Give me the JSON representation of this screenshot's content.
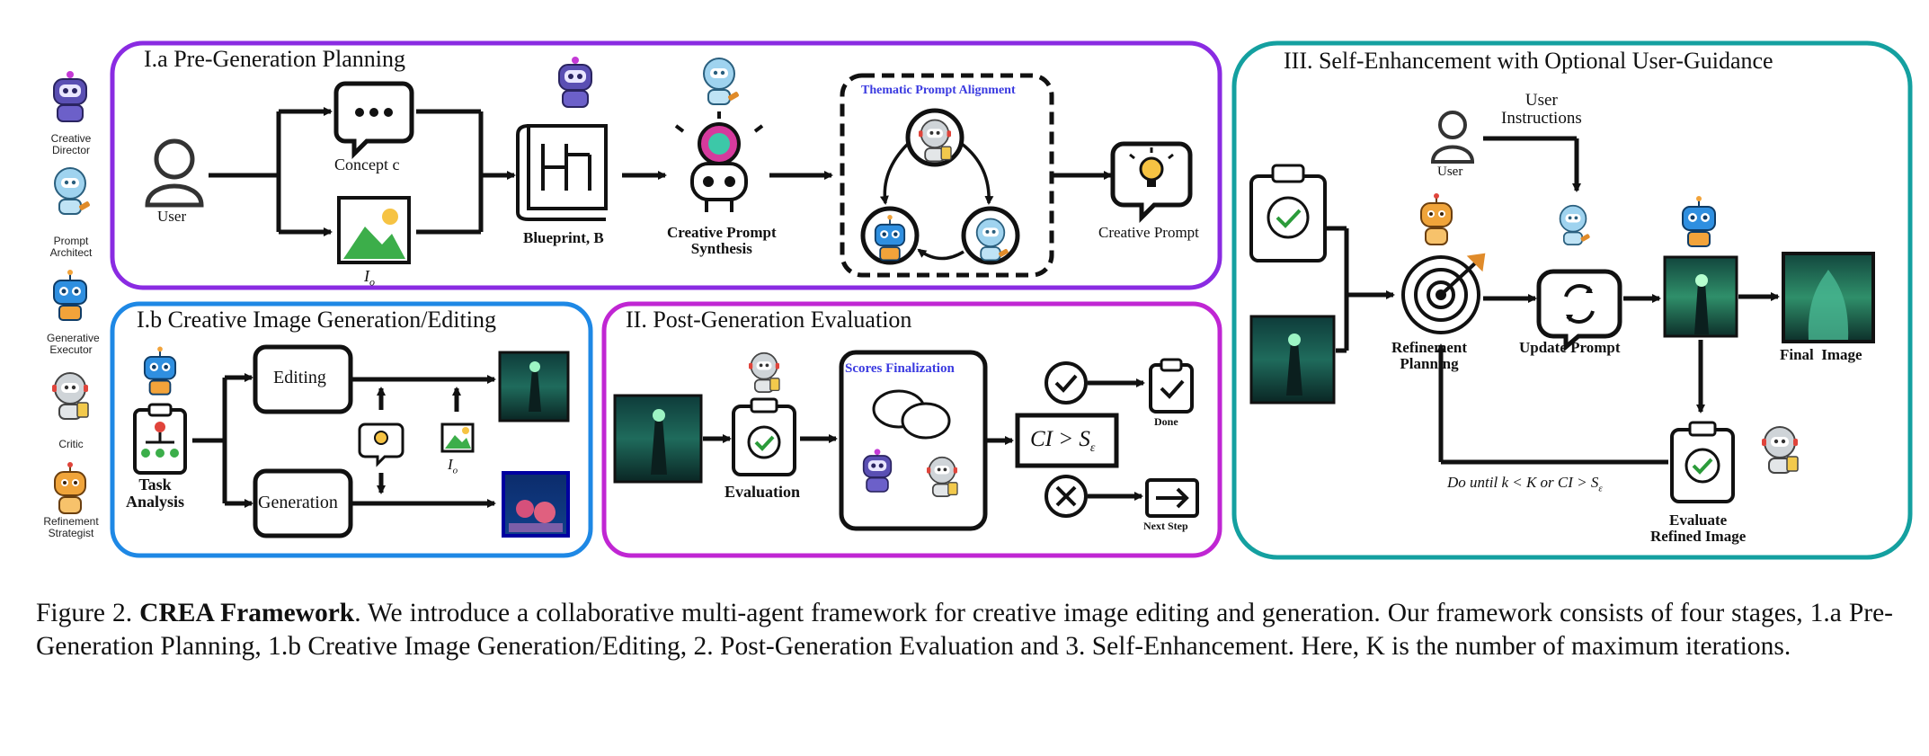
{
  "agents_legend": [
    {
      "label": "Creative\nDirector"
    },
    {
      "label": "Prompt\nArchitect"
    },
    {
      "label": "Generative\nExecutor"
    },
    {
      "label": "Critic"
    },
    {
      "label": "Refinement\nStrategist"
    }
  ],
  "panel_1a": {
    "title": "I.a Pre-Generation Planning",
    "user_label": "User",
    "concept_label": "Concept c",
    "io_label": "I_o",
    "blueprint_label": "Blueprint, B",
    "synthesis_label": "Creative Prompt\nSynthesis",
    "alignment_title": "Thematic Prompt Alignment",
    "creative_prompt_label": "Creative Prompt"
  },
  "panel_1b": {
    "title": "I.b Creative Image Generation/Editing",
    "task_label": "Task\nAnalysis",
    "editing_label": "Editing",
    "generation_label": "Generation",
    "io_label": "I_o"
  },
  "panel_2": {
    "title": "II. Post-Generation Evaluation",
    "evaluation_label": "Evaluation",
    "scores_title": "Scores Finalization",
    "condition_label": "CI > S_ε",
    "done_label": "Done",
    "next_label": "Next Step"
  },
  "panel_3": {
    "title": "III. Self-Enhancement with Optional User-Guidance",
    "user_instructions": "User\nInstructions",
    "user_label": "User",
    "refinement_label": "Refinement\nPlanning",
    "update_label": "Update Prompt",
    "final_label": "Final  Image",
    "loop_label": "Do until k < K or CI > S_ε",
    "evaluate_label": "Evaluate\nRefined Image"
  },
  "caption": {
    "prefix": "Figure 2.",
    "lead": "CREA Framework",
    "text": ". We introduce a collaborative multi-agent framework for creative image editing and generation. Our framework consists of four stages, 1.a Pre-Generation Planning, 1.b Creative Image Generation/Editing, 2. Post-Generation Evaluation and 3. Self-Enhancement. Here, K is the number of maximum iterations."
  },
  "colors": {
    "panel_1a": "#8a2be2",
    "panel_1b": "#1e88e5",
    "panel_2": "#c026d3",
    "panel_3": "#14a0a0",
    "accent_blue": "#3a3ae0"
  }
}
